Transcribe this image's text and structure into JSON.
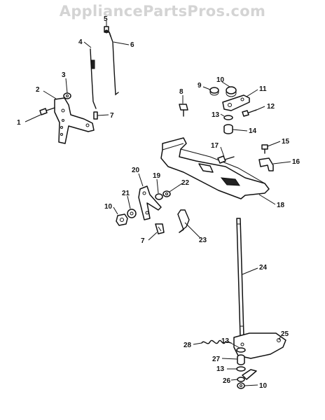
{
  "watermark": "AppliancePartsPros.com",
  "callouts": [
    "1",
    "2",
    "3",
    "4",
    "5",
    "6",
    "7",
    "8",
    "9",
    "10",
    "11",
    "12",
    "13",
    "14",
    "15",
    "16",
    "17",
    "18",
    "19",
    "20",
    "21",
    "22",
    "23",
    "24",
    "25",
    "26",
    "27",
    "28",
    "10",
    "7",
    "10",
    "13",
    "13"
  ]
}
